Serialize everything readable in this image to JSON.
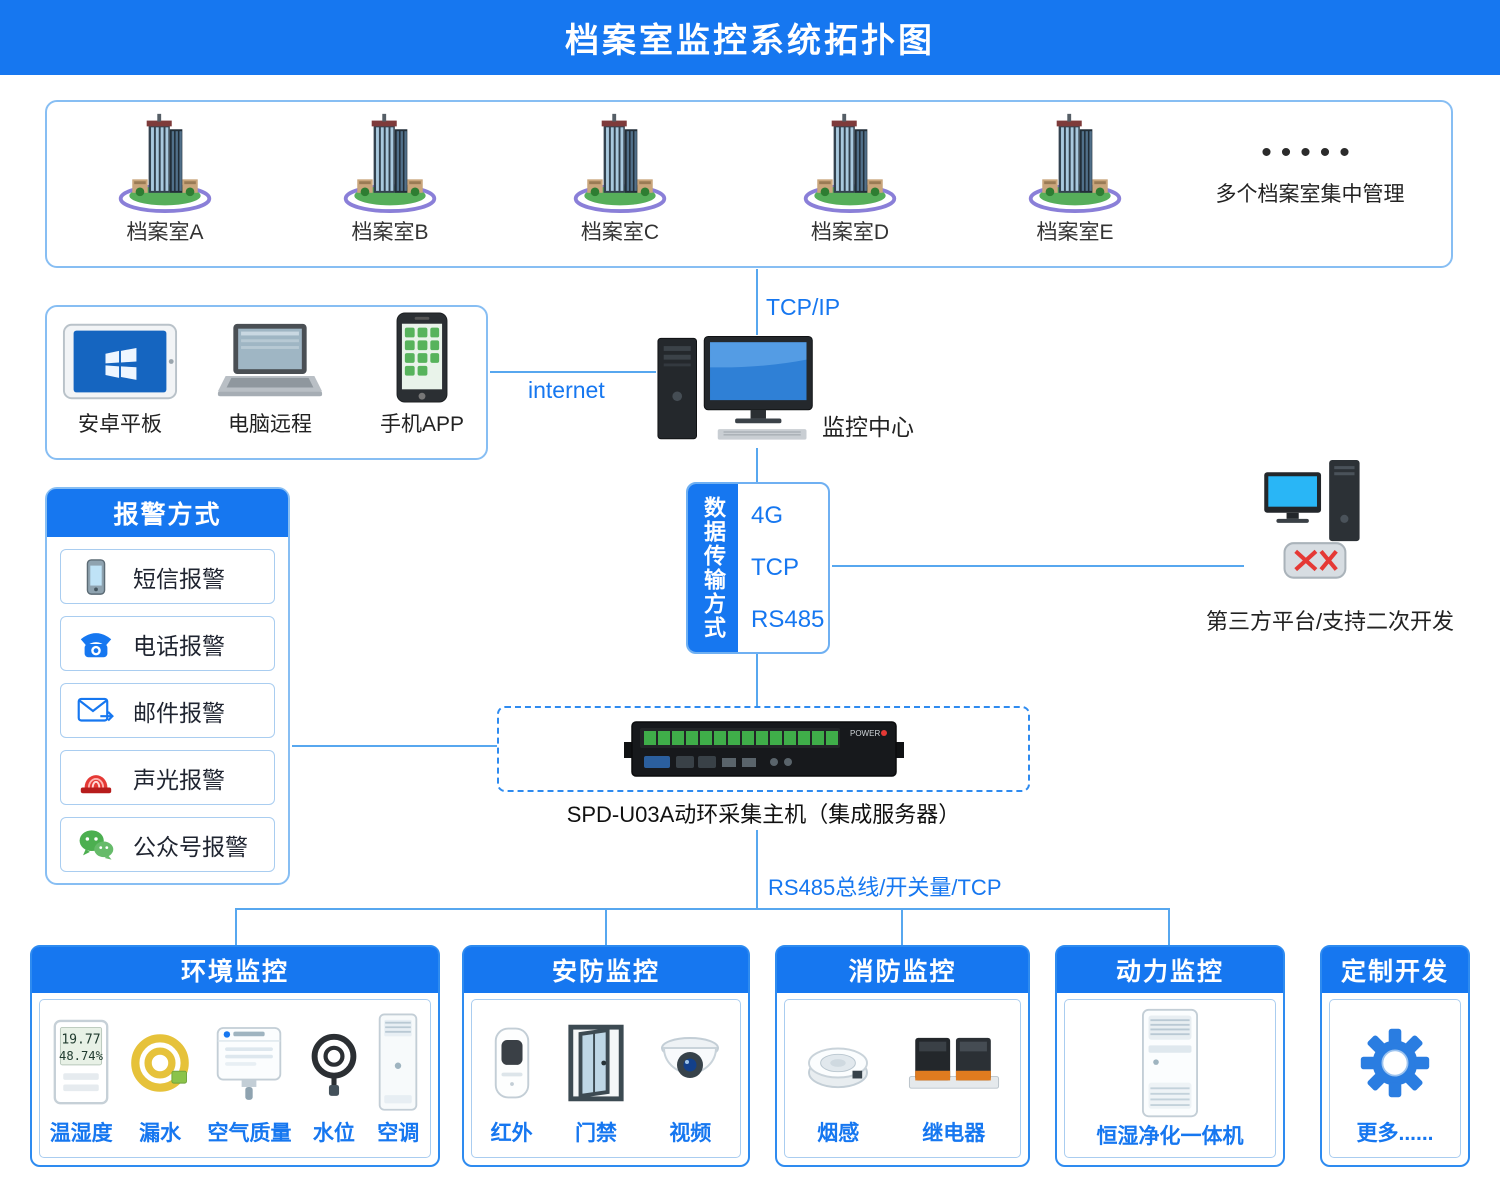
{
  "title": "档案室监控系统拓扑图",
  "archive": {
    "rooms": [
      "档案室A",
      "档案室B",
      "档案室C",
      "档案室D",
      "档案室E"
    ],
    "dots": "•••••",
    "caption": "多个档案室集中管理"
  },
  "clients": {
    "tablet": "安卓平板",
    "pc": "电脑远程",
    "app": "手机APP"
  },
  "links": {
    "tcp_ip": "TCP/IP",
    "internet": "internet",
    "bus": "RS485总线/开关量/TCP"
  },
  "center": {
    "label": "监控中心"
  },
  "transmission": {
    "title": "数据传输方式",
    "methods": [
      "4G",
      "TCP",
      "RS485"
    ]
  },
  "third_party": {
    "label": "第三方平台/支持二次开发"
  },
  "alarm": {
    "header": "报警方式",
    "items": [
      {
        "icon": "sms-icon",
        "label": "短信报警"
      },
      {
        "icon": "telephone-icon",
        "label": "电话报警"
      },
      {
        "icon": "mail-icon",
        "label": "邮件报警"
      },
      {
        "icon": "siren-icon",
        "label": "声光报警"
      },
      {
        "icon": "wechat-icon",
        "label": "公众号报警"
      }
    ]
  },
  "server": {
    "label": "SPD-U03A动环采集主机（集成服务器）",
    "panel_text": "POWER"
  },
  "sensor_display": {
    "line1": "19.77",
    "line2": "48.74%"
  },
  "groups": [
    {
      "title": "环境监控",
      "items": [
        "温湿度",
        "漏水",
        "空气质量",
        "水位",
        "空调"
      ]
    },
    {
      "title": "安防监控",
      "items": [
        "红外",
        "门禁",
        "视频"
      ]
    },
    {
      "title": "消防监控",
      "items": [
        "烟感",
        "继电器"
      ]
    },
    {
      "title": "动力监控",
      "items": [
        "恒湿净化一体机"
      ]
    },
    {
      "title": "定制开发",
      "items": [
        "更多......"
      ]
    }
  ],
  "colors": {
    "primary_blue": "#1677f0",
    "line_blue": "#57a7ef",
    "border_blue": "#87bef3",
    "label_blue": "#1677f0"
  }
}
